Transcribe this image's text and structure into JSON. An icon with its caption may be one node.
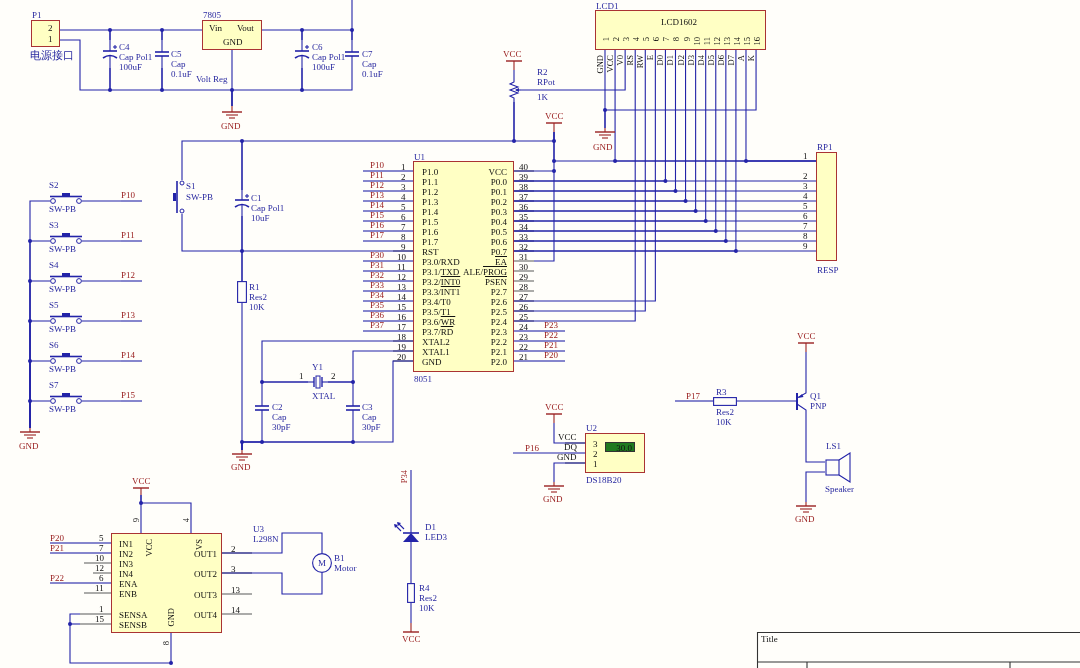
{
  "diagram": {
    "nodes": [
      {
        "text": [
          "P1",
          "2",
          "1",
          "电源接口"
        ]
      },
      {
        "text": [
          "7805",
          "Vin",
          "Vout",
          "GND",
          "Volt Reg"
        ]
      },
      {
        "text": [
          "C4",
          "Cap Pol1",
          "100uF"
        ]
      },
      {
        "text": [
          "C5",
          "Cap",
          "0.1uF"
        ]
      },
      {
        "text": [
          "C6",
          "Cap Pol1",
          "100uF"
        ]
      },
      {
        "text": [
          "C7",
          "Cap",
          "0.1uF"
        ]
      },
      {
        "text": [
          "GND"
        ]
      },
      {
        "text": [
          "LCD1",
          "LCD1602",
          "1",
          "2",
          "3",
          "4",
          "5",
          "6",
          "7",
          "8",
          "9",
          "10",
          "11",
          "12",
          "13",
          "14",
          "15",
          "16"
        ]
      },
      {
        "text": [
          "R2",
          "RPot",
          "1K"
        ]
      },
      {
        "text": [
          "VCC"
        ]
      },
      {
        "text": [
          "VCC"
        ]
      },
      {
        "text": [
          "GND"
        ]
      },
      {
        "text": [
          "RP1",
          "RESP"
        ]
      },
      {
        "text": [
          "U1",
          "P1.0",
          "P1.1",
          "P1.2",
          "P1.3",
          "P1.4",
          "P1.5",
          "P1.6",
          "P1.7",
          "RST",
          "P3.0/RXD",
          "P3.1/TXD",
          "P3.2/INT0",
          "P3.3/INT1",
          "P3.4/T0",
          "P3.5/T1",
          "P3.6/WR",
          "P3.7/RD",
          "XTAL2",
          "XTAL1",
          "GND",
          "VCC",
          "P0.0",
          "P0.1",
          "P0.2",
          "P0.3",
          "P0.4",
          "P0.5",
          "P0.6",
          "P0.7",
          "EA",
          "ALE/PROG",
          "PSEN",
          "P2.7",
          "P2.6",
          "P2.5",
          "P2.4",
          "P2.3",
          "P2.2",
          "P2.1",
          "P2.0",
          "8051"
        ],
        "beside": [
          "1",
          "2",
          "3",
          "4",
          "5",
          "6",
          "7",
          "8",
          "9",
          "10",
          "11",
          "12",
          "13",
          "14",
          "15",
          "16",
          "17",
          "18",
          "19",
          "20",
          "40",
          "39",
          "38",
          "37",
          "36",
          "35",
          "34",
          "33",
          "32",
          "31",
          "30",
          "29",
          "28",
          "27",
          "26",
          "25",
          "24",
          "23",
          "22",
          "21"
        ]
      },
      {
        "text": [
          "S1",
          "SW-PB"
        ]
      },
      {
        "text": [
          "C1",
          "Cap Pol1",
          "10uF"
        ]
      },
      {
        "text": [
          "R1",
          "Res2",
          "10K"
        ]
      },
      {
        "text": [
          "Y1",
          "1",
          "2",
          "XTAL"
        ]
      },
      {
        "text": [
          "C2",
          "Cap",
          "30pF"
        ]
      },
      {
        "text": [
          "C3",
          "Cap",
          "30pF"
        ]
      },
      {
        "text": [
          "GND"
        ]
      },
      {
        "text": [
          "S2",
          "SW-PB"
        ]
      },
      {
        "text": [
          "S3",
          "SW-PB"
        ]
      },
      {
        "text": [
          "S4",
          "SW-PB"
        ]
      },
      {
        "text": [
          "S5",
          "SW-PB"
        ]
      },
      {
        "text": [
          "S6",
          "SW-PB"
        ]
      },
      {
        "text": [
          "S7",
          "SW-PB"
        ]
      },
      {
        "text": [
          "GND"
        ]
      },
      {
        "text": [
          "VCC"
        ]
      },
      {
        "text": [
          "U2",
          "3",
          "2",
          "1",
          "30.0",
          "DS18B20"
        ]
      },
      {
        "text": [
          "GND"
        ]
      },
      {
        "text": [
          "R3",
          "Res2",
          "10K"
        ]
      },
      {
        "text": [
          "Q1",
          "PNP"
        ]
      },
      {
        "text": [
          "VCC"
        ]
      },
      {
        "text": [
          "LS1",
          "Speaker"
        ]
      },
      {
        "text": [
          "GND"
        ]
      },
      {
        "text": [
          "VCC"
        ]
      },
      {
        "text": [
          "IN1",
          "IN2",
          "IN3",
          "IN4",
          "ENA",
          "ENB",
          "SENSA",
          "SENSB",
          "VCC",
          "VS",
          "GND",
          "OUT1",
          "OUT2",
          "OUT3",
          "OUT4"
        ],
        "beside": [
          "U3",
          "L298N",
          "9",
          "4",
          "5",
          "7",
          "10",
          "12",
          "6",
          "11",
          "1",
          "15",
          "2",
          "3",
          "13",
          "14",
          "8"
        ]
      },
      {
        "text": [
          "M",
          "B1",
          "Motor"
        ]
      },
      {
        "text": [
          "D1",
          "LED3"
        ]
      },
      {
        "text": [
          "R4",
          "Res2",
          "10K"
        ]
      },
      {
        "text": [
          "VCC"
        ]
      },
      {
        "text": [
          "Title"
        ]
      },
      {
        "text": [
          "P10"
        ]
      },
      {
        "text": [
          "P11"
        ]
      },
      {
        "text": [
          "P12"
        ]
      },
      {
        "text": [
          "P13"
        ]
      },
      {
        "text": [
          "P14"
        ]
      },
      {
        "text": [
          "P15"
        ]
      },
      {
        "text": [
          "P17"
        ]
      },
      {
        "text": [
          "P34"
        ]
      },
      {
        "text": [
          "P10"
        ]
      },
      {
        "text": [
          "P11"
        ]
      },
      {
        "text": [
          "P12"
        ]
      },
      {
        "text": [
          "P13"
        ]
      },
      {
        "text": [
          "P14"
        ]
      },
      {
        "text": [
          "P15"
        ]
      },
      {
        "text": [
          "P16"
        ]
      },
      {
        "text": [
          "P17"
        ]
      },
      {
        "text": [
          "P30"
        ]
      },
      {
        "text": [
          "P31"
        ]
      },
      {
        "text": [
          "P32"
        ]
      },
      {
        "text": [
          "P33"
        ]
      },
      {
        "text": [
          "P34"
        ]
      },
      {
        "text": [
          "P35"
        ]
      },
      {
        "text": [
          "P36"
        ]
      },
      {
        "text": [
          "P37"
        ]
      },
      {
        "text": [
          "P23"
        ]
      },
      {
        "text": [
          "P22"
        ]
      },
      {
        "text": [
          "P21"
        ]
      },
      {
        "text": [
          "P20"
        ]
      },
      {
        "text": [
          "P20"
        ]
      },
      {
        "text": [
          "P21"
        ]
      },
      {
        "text": [
          "P22"
        ]
      },
      {
        "text": [
          "P16"
        ]
      }
    ],
    "edges": [
      {
        "from": 0,
        "to": 2,
        "arrow": "none"
      },
      {
        "from": 2,
        "to": 3,
        "arrow": "none"
      },
      {
        "from": 3,
        "to": 1,
        "arrow": "none"
      },
      {
        "from": 1,
        "to": 4,
        "arrow": "none"
      },
      {
        "from": 4,
        "to": 5,
        "arrow": "none"
      },
      {
        "from": 5,
        "to": null,
        "arrow": "none"
      },
      {
        "from": 0,
        "to": 2,
        "arrow": "none"
      },
      {
        "from": 2,
        "to": 3,
        "arrow": "none"
      },
      {
        "from": 3,
        "to": 6,
        "arrow": "none"
      },
      {
        "from": 1,
        "to": 6,
        "arrow": "none"
      },
      {
        "from": 6,
        "to": 4,
        "arrow": "none"
      },
      {
        "from": 4,
        "to": 5,
        "arrow": "none"
      },
      {
        "from": 9,
        "to": 8,
        "arrow": "none"
      },
      {
        "from": 8,
        "to": 7,
        "arrow": "none"
      },
      {
        "from": 14,
        "to": 15,
        "arrow": "none"
      },
      {
        "from": 15,
        "to": 8,
        "arrow": "none"
      },
      {
        "from": 8,
        "to": 10,
        "arrow": "none"
      },
      {
        "from": 10,
        "to": 13,
        "arrow": "none"
      },
      {
        "from": 10,
        "to": 12,
        "arrow": "none"
      },
      {
        "from": 7,
        "to": 12,
        "arrow": "none"
      },
      {
        "from": 7,
        "to": 12,
        "arrow": "none"
      },
      {
        "from": 7,
        "to": 11,
        "arrow": "none"
      },
      {
        "from": 7,
        "to": 11,
        "arrow": "none"
      },
      {
        "from": 7,
        "to": 13,
        "arrow": "none"
      },
      {
        "from": 7,
        "to": 13,
        "arrow": "none"
      },
      {
        "from": 7,
        "to": 13,
        "arrow": "none"
      },
      {
        "from": 7,
        "to": 13,
        "arrow": "none"
      },
      {
        "from": 7,
        "to": 13,
        "arrow": "none"
      },
      {
        "from": 7,
        "to": 13,
        "arrow": "none"
      },
      {
        "from": 7,
        "to": 13,
        "arrow": "none"
      },
      {
        "from": 7,
        "to": 13,
        "arrow": "none"
      },
      {
        "from": 7,
        "to": 13,
        "arrow": "none"
      },
      {
        "from": 7,
        "to": 13,
        "arrow": "none"
      },
      {
        "from": 7,
        "to": 13,
        "arrow": "none"
      },
      {
        "from": 13,
        "to": 12,
        "arrow": "none"
      },
      {
        "from": 13,
        "to": 12,
        "arrow": "none"
      },
      {
        "from": 13,
        "to": 12,
        "arrow": "none"
      },
      {
        "from": 13,
        "to": 12,
        "arrow": "none"
      },
      {
        "from": 13,
        "to": 12,
        "arrow": "none"
      },
      {
        "from": 13,
        "to": 12,
        "arrow": "none"
      },
      {
        "from": 13,
        "to": 12,
        "arrow": "none"
      },
      {
        "from": 13,
        "to": 12,
        "arrow": "none"
      },
      {
        "from": 14,
        "to": 15,
        "arrow": "none"
      },
      {
        "from": 15,
        "to": 16,
        "arrow": "none"
      },
      {
        "from": 16,
        "to": 13,
        "arrow": "none"
      },
      {
        "from": 16,
        "to": 20,
        "arrow": "none"
      },
      {
        "from": 13,
        "to": 17,
        "arrow": "none"
      },
      {
        "from": 17,
        "to": 18,
        "arrow": "none"
      },
      {
        "from": 18,
        "to": 20,
        "arrow": "none"
      },
      {
        "from": 13,
        "to": 17,
        "arrow": "none"
      },
      {
        "from": 17,
        "to": 19,
        "arrow": "none"
      },
      {
        "from": 19,
        "to": 20,
        "arrow": "none"
      },
      {
        "from": 13,
        "to": 20,
        "arrow": "none"
      },
      {
        "from": 21,
        "to": 27,
        "arrow": "none"
      },
      {
        "from": 22,
        "to": 27,
        "arrow": "none"
      },
      {
        "from": 23,
        "to": 27,
        "arrow": "none"
      },
      {
        "from": 24,
        "to": 27,
        "arrow": "none"
      },
      {
        "from": 25,
        "to": 27,
        "arrow": "none"
      },
      {
        "from": 26,
        "to": 27,
        "arrow": "none"
      },
      {
        "from": 28,
        "to": 29,
        "arrow": "none"
      },
      {
        "from": 29,
        "to": 30,
        "arrow": "none"
      },
      {
        "from": 31,
        "to": 32,
        "arrow": "none"
      },
      {
        "from": 33,
        "to": 32,
        "arrow": "none"
      },
      {
        "from": 32,
        "to": 34,
        "arrow": "none"
      },
      {
        "from": 34,
        "to": 35,
        "arrow": "none"
      },
      {
        "from": 36,
        "to": 37,
        "arrow": "none"
      },
      {
        "from": 36,
        "to": 37,
        "arrow": "none"
      },
      {
        "from": 37,
        "to": 38,
        "arrow": "none"
      },
      {
        "from": 37,
        "to": 38,
        "arrow": "none"
      },
      {
        "from": 39,
        "to": 40,
        "arrow": "none"
      },
      {
        "from": 40,
        "to": 41,
        "arrow": "none"
      },
      {
        "from": 21,
        "to": 43,
        "arrow": "none"
      },
      {
        "from": 22,
        "to": 44,
        "arrow": "none"
      },
      {
        "from": 23,
        "to": 45,
        "arrow": "none"
      },
      {
        "from": 24,
        "to": 46,
        "arrow": "none"
      },
      {
        "from": 25,
        "to": 47,
        "arrow": "none"
      },
      {
        "from": 26,
        "to": 48,
        "arrow": "none"
      },
      {
        "from": 49,
        "to": 31,
        "arrow": "none"
      },
      {
        "from": 50,
        "to": 39,
        "arrow": "none"
      },
      {
        "from": 51,
        "to": 13,
        "arrow": "none"
      },
      {
        "from": 52,
        "to": 13,
        "arrow": "none"
      },
      {
        "from": 53,
        "to": 13,
        "arrow": "none"
      },
      {
        "from": 54,
        "to": 13,
        "arrow": "none"
      },
      {
        "from": 55,
        "to": 13,
        "arrow": "none"
      },
      {
        "from": 56,
        "to": 13,
        "arrow": "none"
      },
      {
        "from": 57,
        "to": 13,
        "arrow": "none"
      },
      {
        "from": 58,
        "to": 13,
        "arrow": "none"
      },
      {
        "from": 59,
        "to": 13,
        "arrow": "none"
      },
      {
        "from": 60,
        "to": 13,
        "arrow": "none"
      },
      {
        "from": 61,
        "to": 13,
        "arrow": "none"
      },
      {
        "from": 62,
        "to": 13,
        "arrow": "none"
      },
      {
        "from": 63,
        "to": 13,
        "arrow": "none"
      },
      {
        "from": 64,
        "to": 13,
        "arrow": "none"
      },
      {
        "from": 65,
        "to": 13,
        "arrow": "none"
      },
      {
        "from": 66,
        "to": 13,
        "arrow": "none"
      },
      {
        "from": 13,
        "to": 67,
        "arrow": "none"
      },
      {
        "from": 13,
        "to": 68,
        "arrow": "none"
      },
      {
        "from": 13,
        "to": 69,
        "arrow": "none"
      },
      {
        "from": 13,
        "to": 70,
        "arrow": "none"
      },
      {
        "from": 71,
        "to": 37,
        "arrow": "none"
      },
      {
        "from": 72,
        "to": 37,
        "arrow": "none"
      },
      {
        "from": 73,
        "to": 37,
        "arrow": "none"
      },
      {
        "from": 74,
        "to": 29,
        "arrow": "none"
      }
    ],
    "labels": [
      "GND",
      "VCC",
      "V0",
      "RS",
      "RW",
      "E",
      "D0",
      "D1",
      "D2",
      "D3",
      "D4",
      "D5",
      "D6",
      "D7",
      "A",
      "K",
      "1",
      "2",
      "3",
      "4",
      "5",
      "6",
      "7",
      "8",
      "9",
      "VCC",
      "DQ",
      "GND"
    ]
  }
}
